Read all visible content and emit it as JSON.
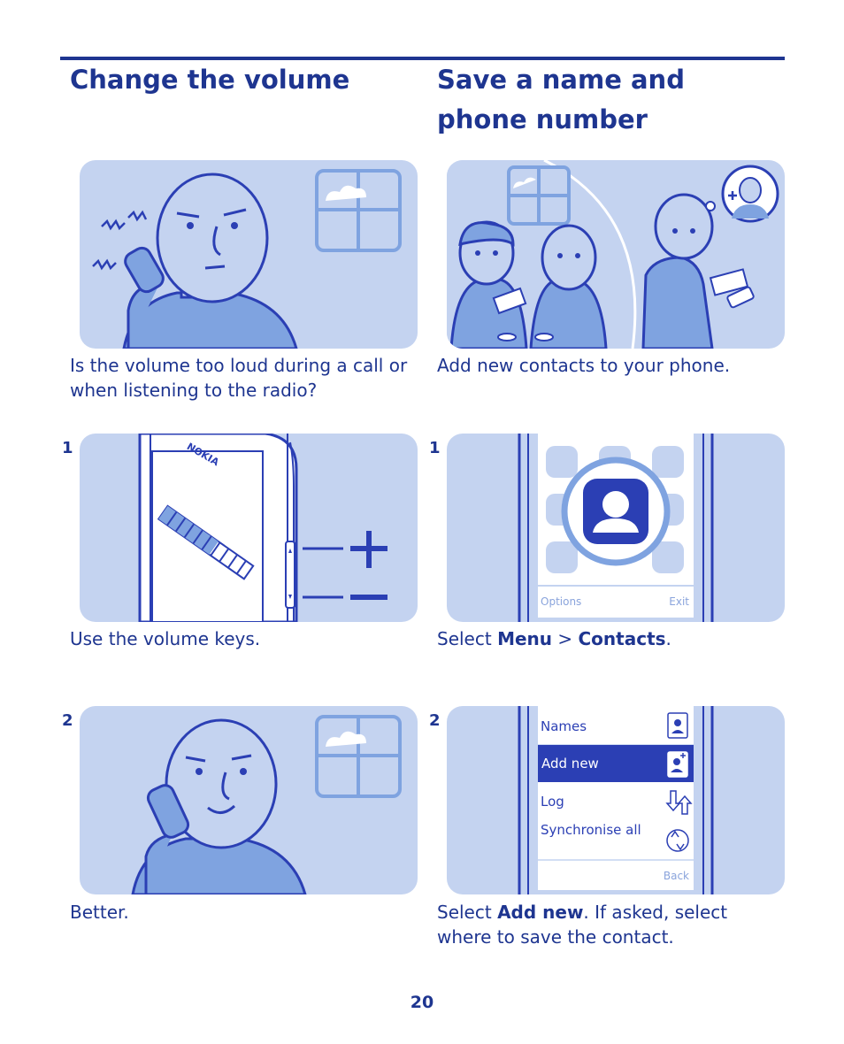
{
  "left": {
    "title": "Change the volume",
    "intro_caption": "Is the volume too loud during a call or when listening to the radio?",
    "step1": {
      "number": "1",
      "caption": "Use the volume keys.",
      "phone_brand": "NOKIA"
    },
    "step2": {
      "number": "2",
      "caption": "Better."
    }
  },
  "right": {
    "title": "Save a name and phone number",
    "intro_caption": "Add new contacts to your phone.",
    "step1": {
      "number": "1",
      "caption_pre": "Select ",
      "caption_menu": "Menu",
      "caption_sep": " > ",
      "caption_contacts": "Contacts",
      "caption_end": ".",
      "softkey_left": "Options",
      "softkey_right": "Exit"
    },
    "step2": {
      "number": "2",
      "caption_pre": "Select ",
      "caption_bold": "Add new",
      "caption_post": ". If asked, select where to save the contact.",
      "menu_items": [
        "Names",
        "Add new",
        "Log",
        "Synchronise all"
      ],
      "softkey_right": "Back"
    }
  },
  "page_number": "20",
  "colors": {
    "brand": "#1e3590",
    "panel": "#c4d3f0",
    "accent": "#7fa3e0",
    "highlight": "#2b3fb4"
  }
}
